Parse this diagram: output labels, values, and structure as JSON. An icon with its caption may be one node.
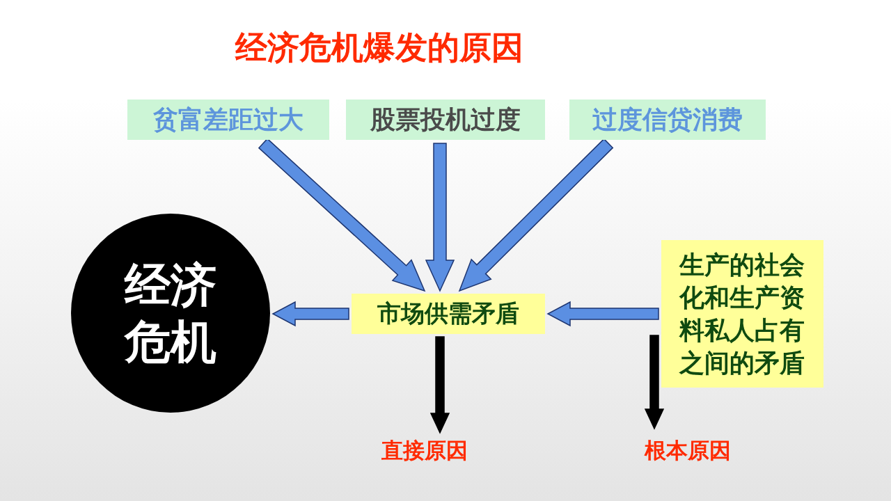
{
  "diagram": {
    "title": "经济危机爆发的原因",
    "nodes": [
      {
        "text": [
          "贫富差距过大"
        ]
      },
      {
        "text": [
          "股票投机过度"
        ]
      },
      {
        "text": [
          "过度信贷消费"
        ]
      },
      {
        "text": [
          "市场供需矛盾"
        ]
      },
      {
        "text": [
          "经济危机"
        ]
      },
      {
        "text": [
          "生产的社会化和生产资料私人占有之间的矛盾"
        ]
      },
      {
        "text": [
          "直接原因"
        ]
      },
      {
        "text": [
          "根本原因"
        ]
      }
    ],
    "edges": [
      {
        "from": 0,
        "to": 3,
        "arrow": "to"
      },
      {
        "from": 1,
        "to": 3,
        "arrow": "to"
      },
      {
        "from": 2,
        "to": 3,
        "arrow": "to"
      },
      {
        "from": 3,
        "to": 4,
        "arrow": "to"
      },
      {
        "from": 5,
        "to": 3,
        "arrow": "to"
      },
      {
        "from": 3,
        "to": 6,
        "arrow": "to",
        "color": "#000000"
      },
      {
        "from": 5,
        "to": 7,
        "arrow": "to",
        "color": "#000000"
      }
    ]
  }
}
